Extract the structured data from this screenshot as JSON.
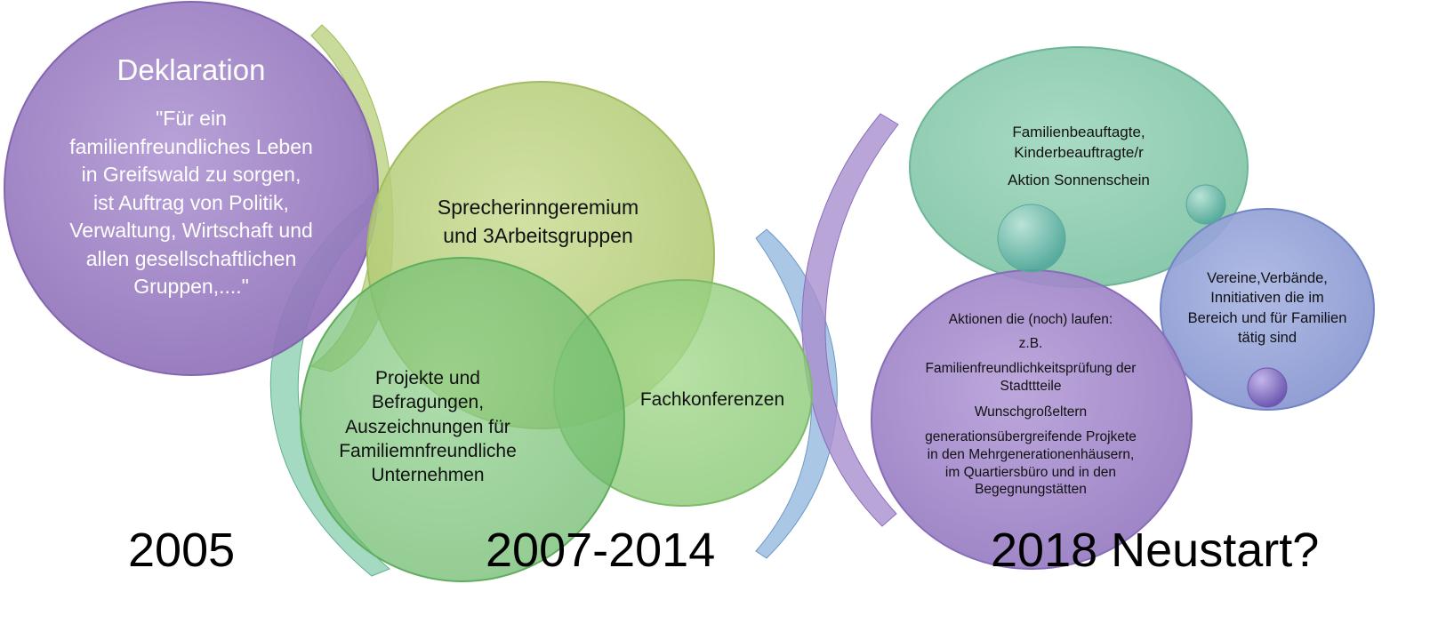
{
  "deklaration": {
    "title": "Deklaration",
    "quote": "\"Für ein familienfreundliches Leben in Greifswald zu sorgen, ist Auftrag von Politik, Verwaltung, Wirtschaft und allen gesellschaftlichen Gruppen,....\""
  },
  "phase2": {
    "gremium": "Sprecherinngeremium und  3Arbeitsgruppen",
    "projekte": "Projekte und Befragungen, Auszeichnungen für Familiemnfreundliche Unternehmen",
    "fachkonferenzen": "Fachkonferenzen"
  },
  "phase3": {
    "beauftragte": "Familienbeauftagte, Kinderbeauftragte/r",
    "sonnenschein": "Aktion Sonnenschein",
    "aktionen_title": "Aktionen die (noch) laufen:",
    "zb": "z.B.",
    "pruefung": "Familienfreundlichkeitsprüfung der Stadttteile",
    "wunsch": "Wunschgroßeltern",
    "generationen": "generationsübergreifende Projkete in den Mehrgenerationenhäusern, im Quartiersbüro und in den Begegnungstätten",
    "vereine": "Vereine,Verbände, Innitiativen die im Bereich und für Familien tätig sind"
  },
  "years": {
    "y2005": "2005",
    "y2007": "2007-2014",
    "y2018": "2018 Neustart?"
  },
  "colors": {
    "purple": "#9b7fc2",
    "olive": "#b7cf7a",
    "green": "#7cc47a",
    "teal": "#82c8a8",
    "blue": "#8f9fd6"
  }
}
